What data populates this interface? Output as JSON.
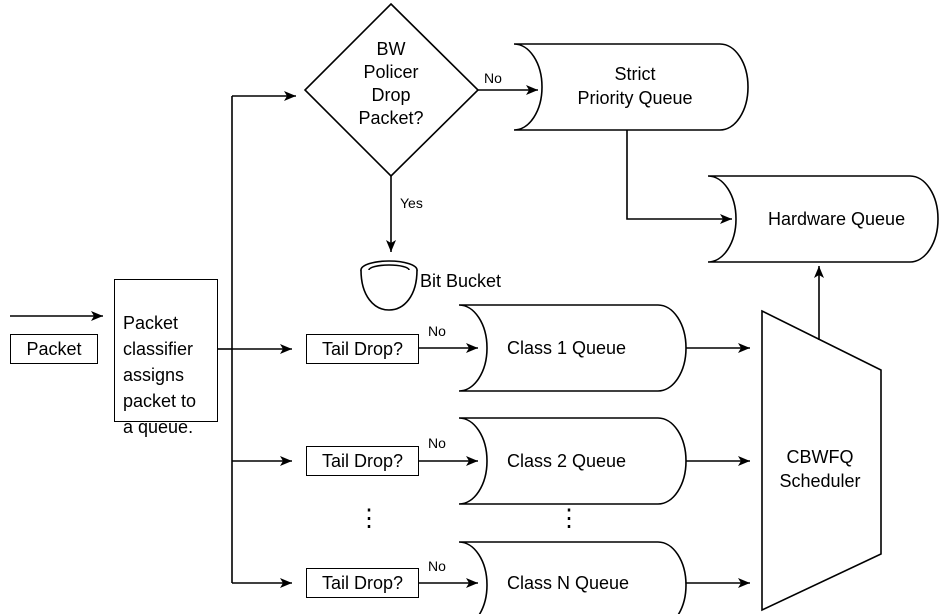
{
  "packet_label": "Packet",
  "classifier_text": "Packet\nclassifier\nassigns\npacket to\na queue.",
  "policer": {
    "line1": "BW",
    "line2": "Policer",
    "line3": "Drop",
    "line4": "Packet?",
    "no_label": "No",
    "yes_label": "Yes"
  },
  "strict_queue": {
    "line1": "Strict",
    "line2": "Priority Queue"
  },
  "hardware_queue": "Hardware Queue",
  "bit_bucket": "Bit Bucket",
  "tail_drop_label": "Tail Drop?",
  "no_label": "No",
  "class1_queue": "Class 1 Queue",
  "class2_queue": "Class 2 Queue",
  "classN_queue": "Class N Queue",
  "ellipsis": "⋮",
  "scheduler": {
    "line1": "CBWFQ",
    "line2": "Scheduler"
  }
}
